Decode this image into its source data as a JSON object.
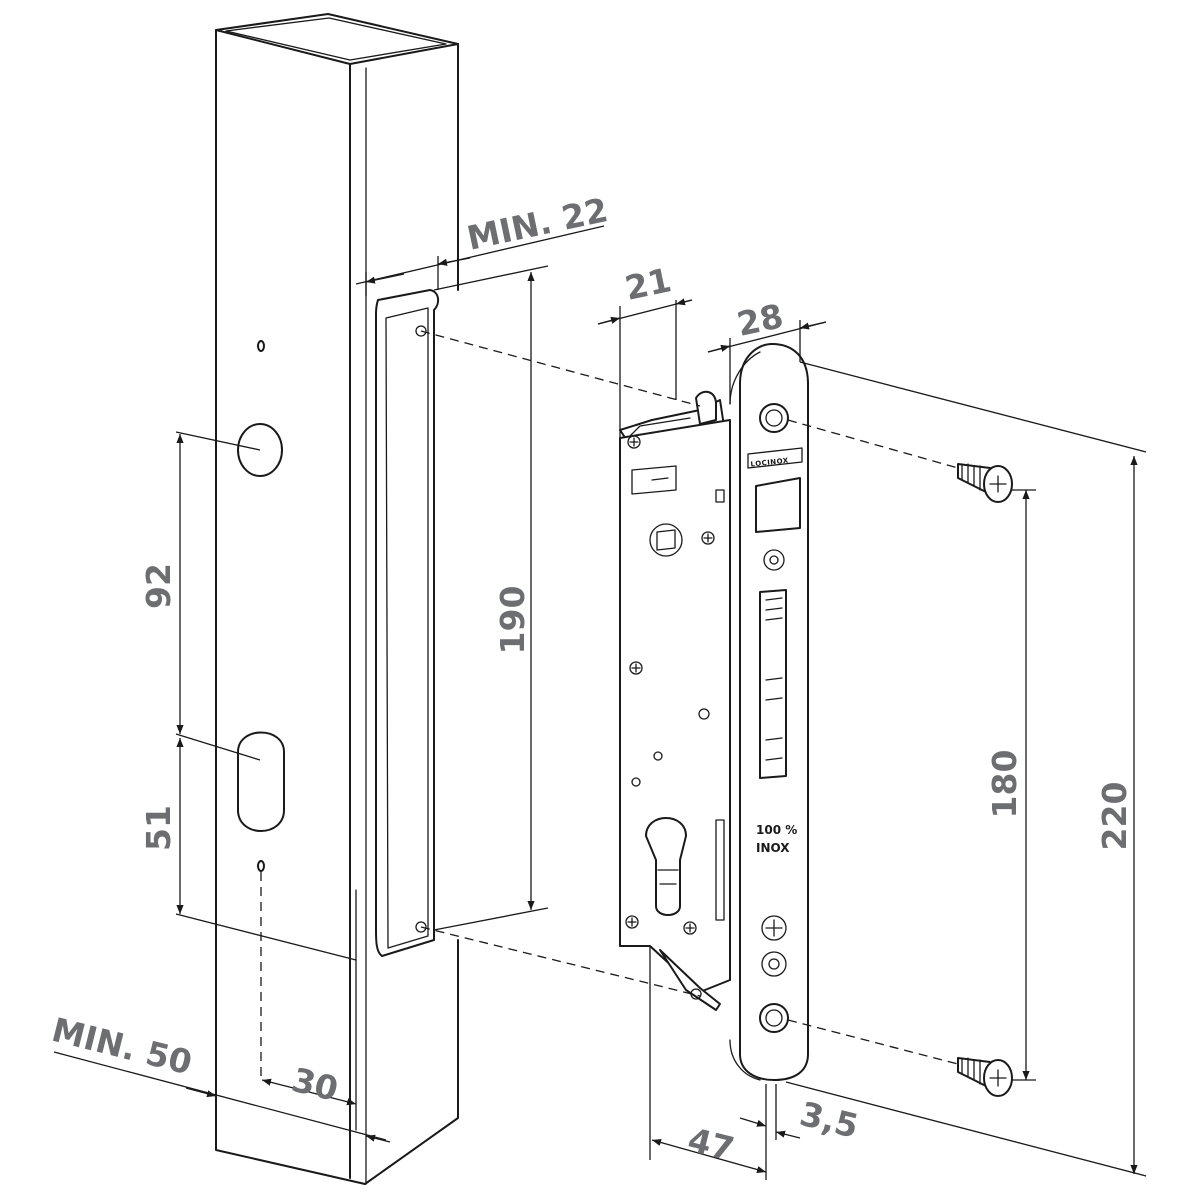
{
  "diagram": {
    "brand_mark": "LOCINOX",
    "material_mark": [
      "100 %",
      "INOX"
    ],
    "dimensions": {
      "min_22": "MIN. 22",
      "min_50": "MIN. 50",
      "d21": "21",
      "d28": "28",
      "d190": "190",
      "d92": "92",
      "d51": "51",
      "d30": "30",
      "d180": "180",
      "d220": "220",
      "d47": "47",
      "d3_5": "3,5"
    }
  }
}
